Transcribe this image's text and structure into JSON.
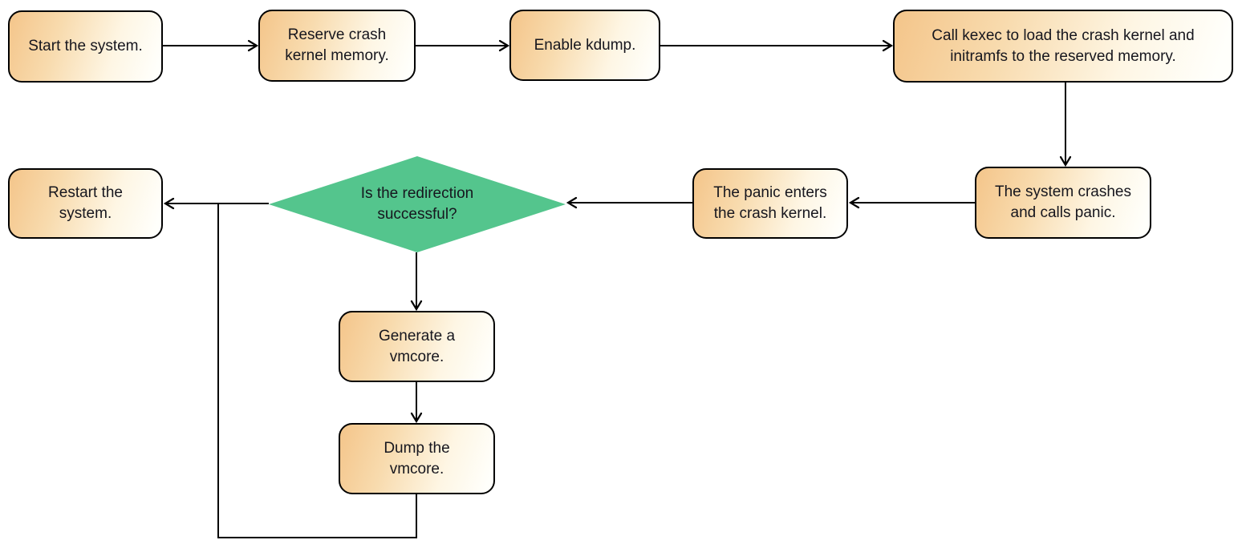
{
  "flowchart": {
    "nodes": [
      {
        "id": "start",
        "shape": "process",
        "label": "Start the system."
      },
      {
        "id": "reserve",
        "shape": "process",
        "label": "Reserve crash\nkernel memory."
      },
      {
        "id": "enable",
        "shape": "process",
        "label": "Enable kdump."
      },
      {
        "id": "kexec",
        "shape": "process",
        "label": "Call kexec to load the crash kernel and\ninitramfs to the reserved memory."
      },
      {
        "id": "crash",
        "shape": "process",
        "label": "The system crashes\nand calls panic."
      },
      {
        "id": "panic",
        "shape": "process",
        "label": "The panic enters\nthe crash kernel."
      },
      {
        "id": "decision",
        "shape": "decision",
        "label": "Is the redirection\nsuccessful?"
      },
      {
        "id": "restart",
        "shape": "process",
        "label": "Restart the\nsystem."
      },
      {
        "id": "generate",
        "shape": "process",
        "label": "Generate a\nvmcore."
      },
      {
        "id": "dump",
        "shape": "process",
        "label": "Dump the\nvmcore."
      }
    ],
    "edges": [
      {
        "from": "start",
        "to": "reserve"
      },
      {
        "from": "reserve",
        "to": "enable"
      },
      {
        "from": "enable",
        "to": "kexec"
      },
      {
        "from": "kexec",
        "to": "crash"
      },
      {
        "from": "crash",
        "to": "panic"
      },
      {
        "from": "panic",
        "to": "decision"
      },
      {
        "from": "decision",
        "to": "restart"
      },
      {
        "from": "decision",
        "to": "generate"
      },
      {
        "from": "generate",
        "to": "dump"
      },
      {
        "from": "dump",
        "to": "restart"
      }
    ],
    "colors": {
      "process_fill_start": "#f4c58a",
      "process_fill_end": "#fffffb",
      "process_border": "#000000",
      "decision_fill": "#54c58d",
      "text": "#16161e",
      "connector": "#000000"
    }
  }
}
